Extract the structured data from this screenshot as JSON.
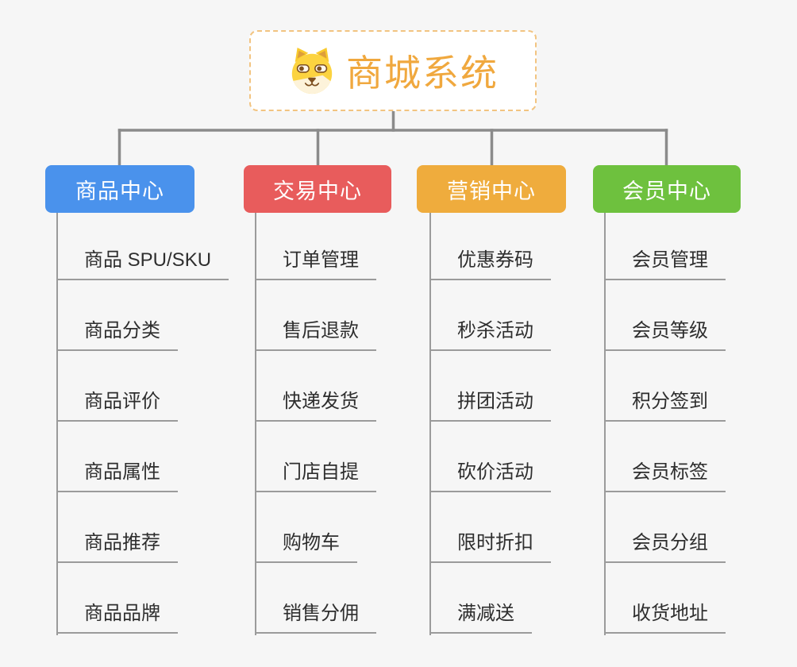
{
  "root": {
    "title": "商城系统",
    "icon": "dog-face-icon",
    "title_color": "#F0A83E",
    "border_color": "#F2C481"
  },
  "colors": {
    "background": "#F6F6F6",
    "connector": "#8B8B8B",
    "branch_line": "#9B9B9B",
    "item_text": "#2E2E2E"
  },
  "branches": [
    {
      "label": "商品中心",
      "color": "#4A92EC",
      "items": [
        "商品 SPU/SKU",
        "商品分类",
        "商品评价",
        "商品属性",
        "商品推荐",
        "商品品牌"
      ]
    },
    {
      "label": "交易中心",
      "color": "#E85C5C",
      "items": [
        "订单管理",
        "售后退款",
        "快递发货",
        "门店自提",
        "购物车",
        "销售分佣"
      ]
    },
    {
      "label": "营销中心",
      "color": "#EFAC3D",
      "items": [
        "优惠券码",
        "秒杀活动",
        "拼团活动",
        "砍价活动",
        "限时折扣",
        "满减送"
      ]
    },
    {
      "label": "会员中心",
      "color": "#6EC13E",
      "items": [
        "会员管理",
        "会员等级",
        "积分签到",
        "会员标签",
        "会员分组",
        "收货地址"
      ]
    }
  ]
}
